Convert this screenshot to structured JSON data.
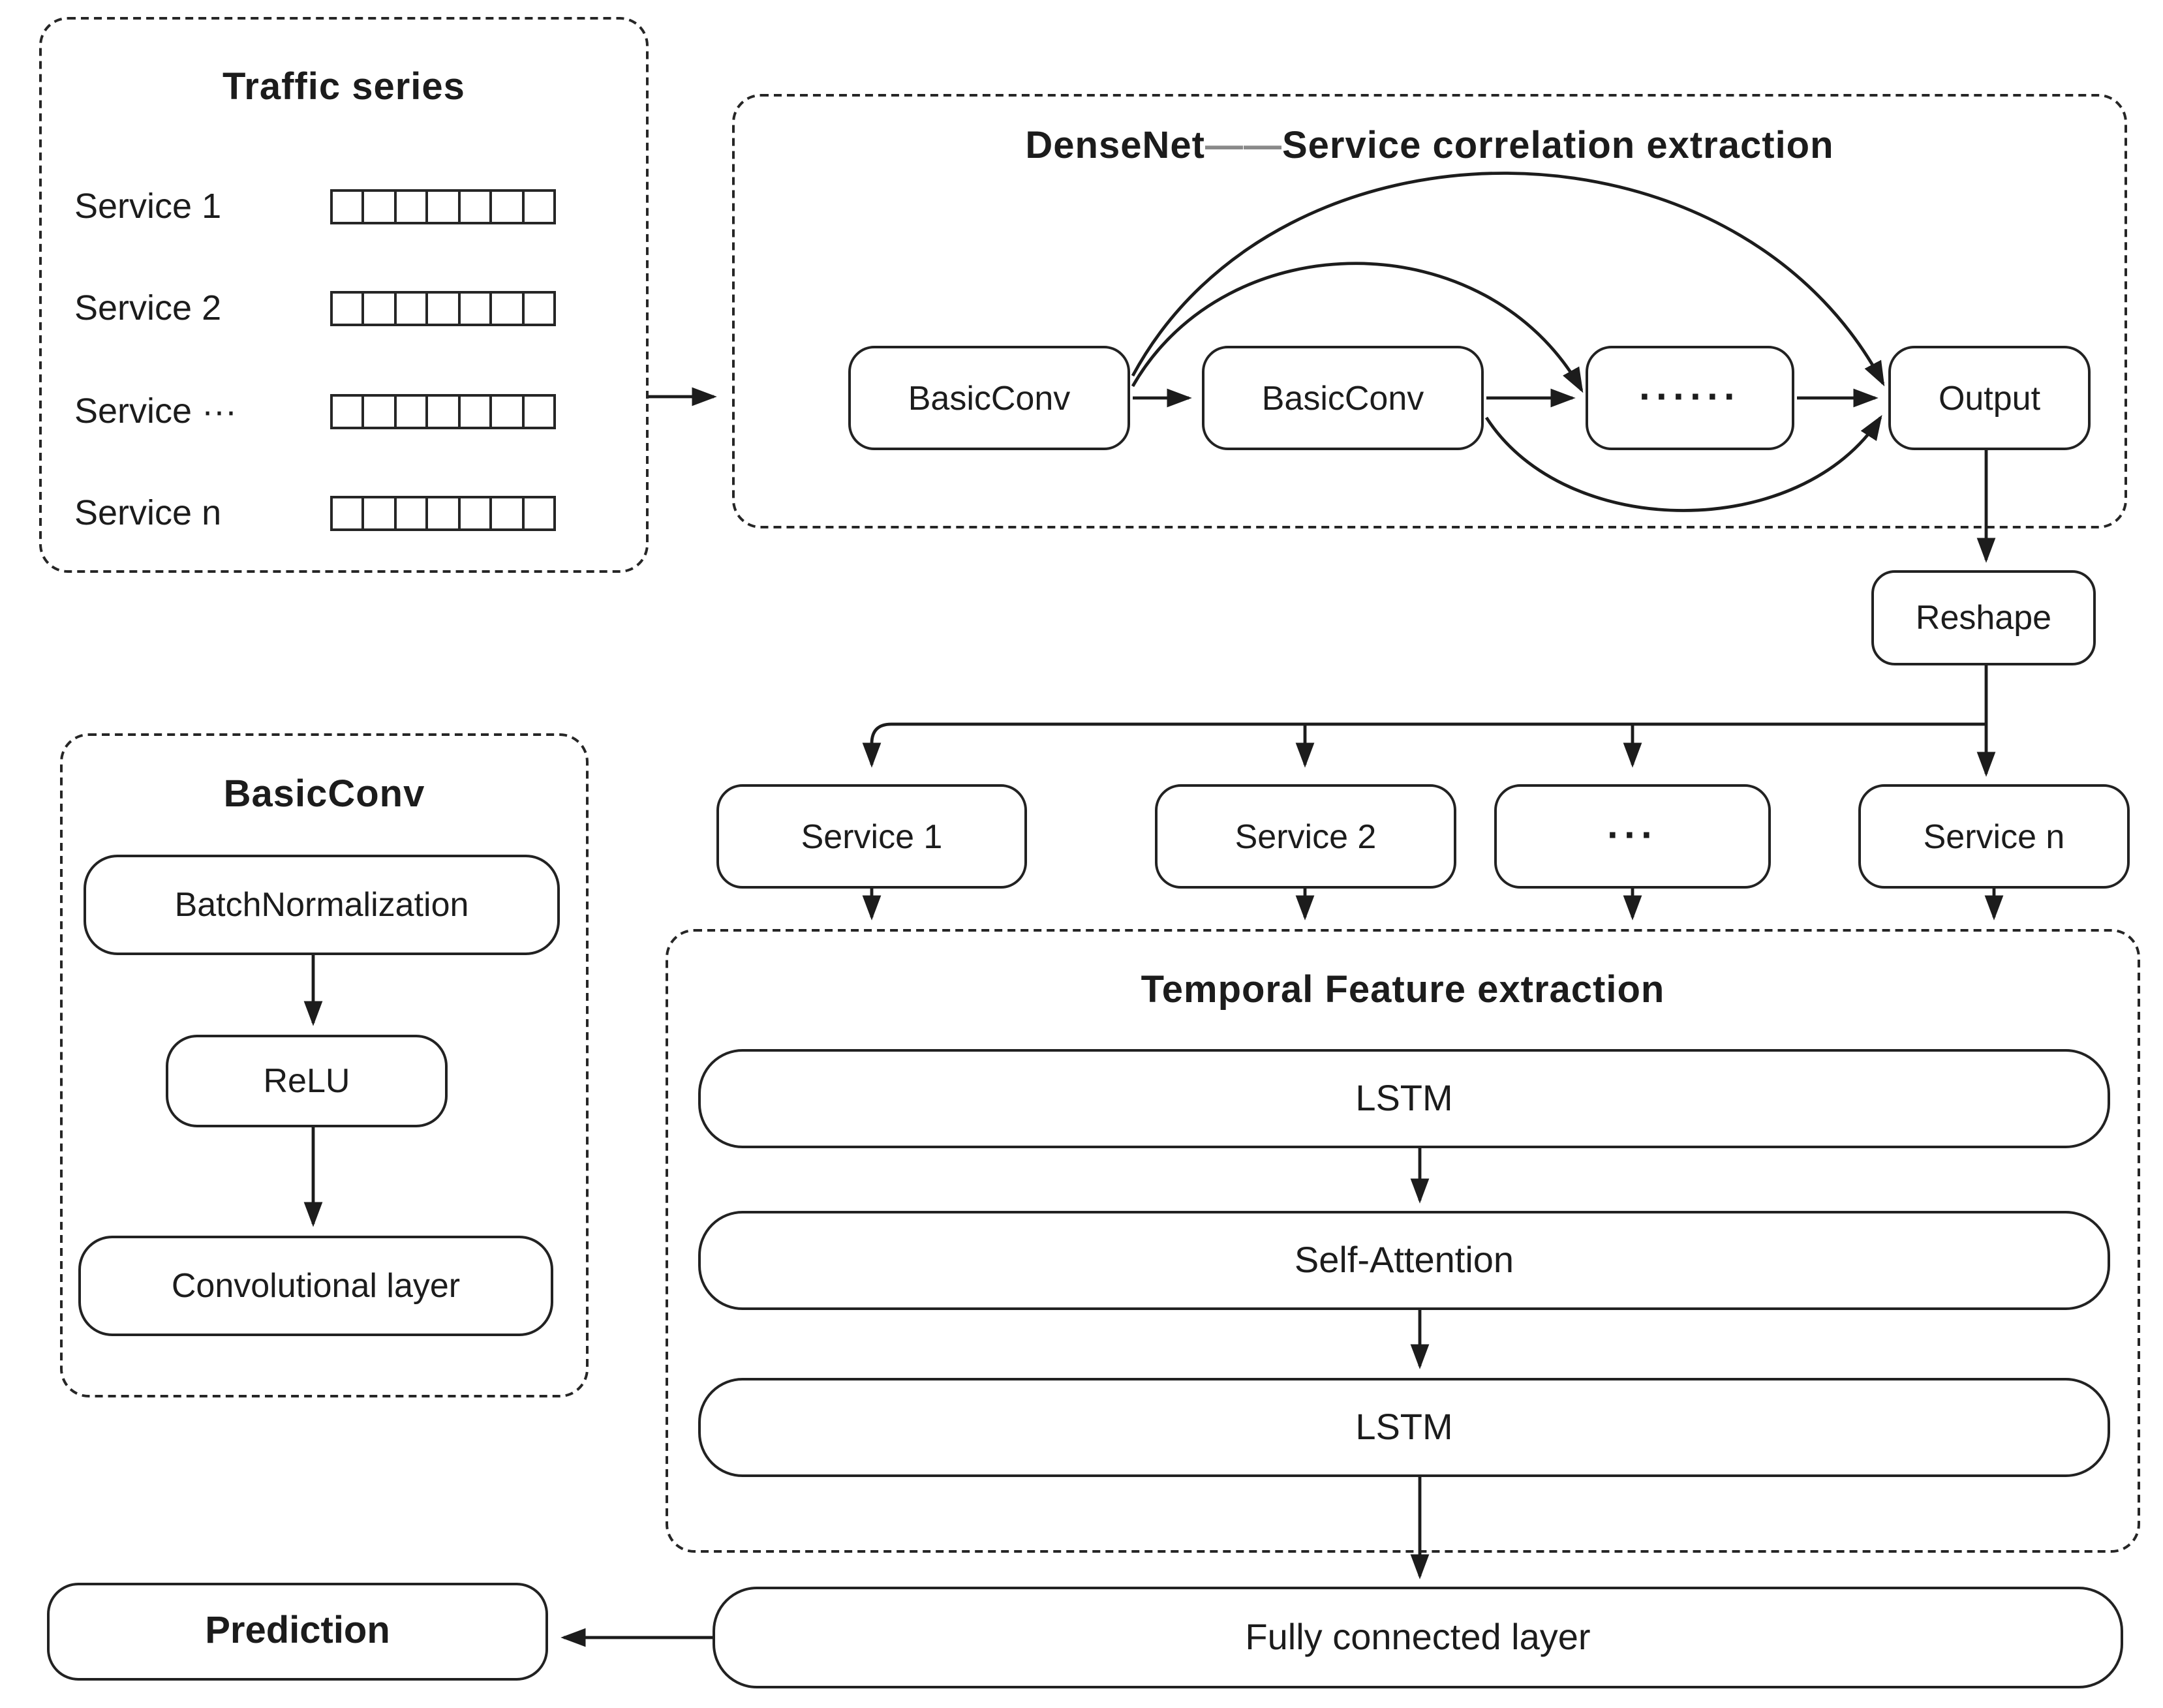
{
  "diagram": {
    "traffic": {
      "title": "Traffic series",
      "rows": [
        "Service 1",
        "Service 2",
        "Service ···",
        "Service n"
      ],
      "cells_per_row": 7
    },
    "densenet": {
      "title_name": "DenseNet",
      "title_dash": "——",
      "title_desc": "Service correlation extraction",
      "nodes": [
        "BasicConv",
        "BasicConv",
        "······",
        "Output"
      ]
    },
    "reshape_label": "Reshape",
    "services": [
      "Service 1",
      "Service 2",
      "···",
      "Service n"
    ],
    "temporal": {
      "title": "Temporal Feature extraction",
      "layers": [
        "LSTM",
        "Self-Attention",
        "LSTM"
      ]
    },
    "fully_connected_label": "Fully connected layer",
    "prediction_label": "Prediction",
    "basicconv_detail": {
      "title": "BasicConv",
      "layers": [
        "BatchNormalization",
        "ReLU",
        "Convolutional layer"
      ]
    },
    "colors": {
      "line": "#1c1c1c",
      "background": "#ffffff",
      "title_dash_color": "#8a8a8a"
    }
  }
}
